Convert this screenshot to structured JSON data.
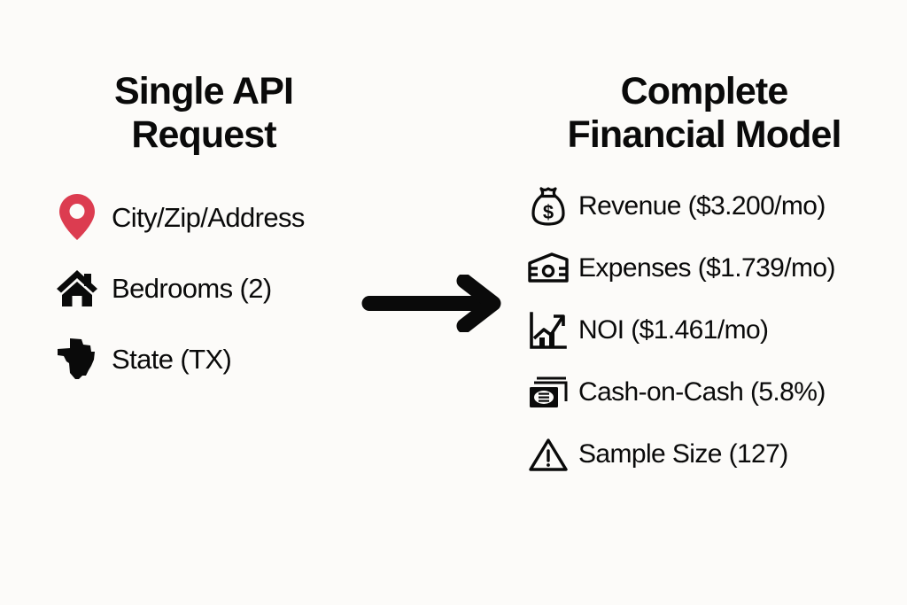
{
  "background_color": "#FCFBF9",
  "text_color": "#0A0A0A",
  "accent_color": "#DC3C50",
  "left": {
    "heading": "Single API\nRequest",
    "items": [
      {
        "icon": "location-pin-icon",
        "label": "City/Zip/Address",
        "value": ""
      },
      {
        "icon": "home-icon",
        "label": "Bedrooms",
        "value": " (2)"
      },
      {
        "icon": "texas-state-icon",
        "label": "State",
        "value": " (TX)"
      }
    ]
  },
  "arrow": {
    "icon": "arrow-right-icon",
    "direction": "right"
  },
  "right": {
    "heading": "Complete\nFinancial Model",
    "items": [
      {
        "icon": "money-bag-icon",
        "label": "Revenue",
        "value": " ($3.200/mo)"
      },
      {
        "icon": "banknote-icon",
        "label": "Expenses",
        "value": " ($1.739/mo)"
      },
      {
        "icon": "growth-chart-icon",
        "label": "NOI",
        "value": " ($1.461/mo)"
      },
      {
        "icon": "cash-stack-icon",
        "label": "Cash-on-Cash",
        "value": " (5.8%)"
      },
      {
        "icon": "warning-triangle-icon",
        "label": "Sample Size",
        "value": " (127)"
      }
    ]
  }
}
